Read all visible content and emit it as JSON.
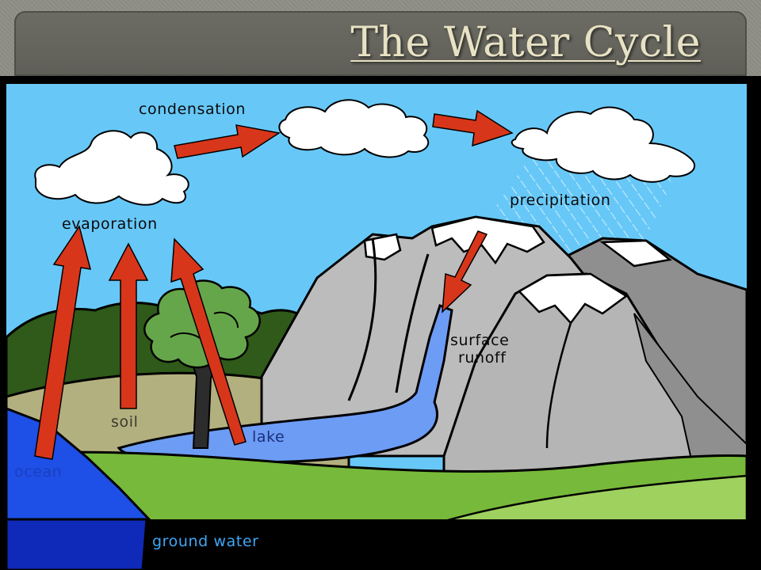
{
  "slide": {
    "title": "The Water Cycle"
  },
  "diagram": {
    "labels": {
      "condensation": "condensation",
      "evaporation": "evaporation",
      "precipitation": "precipitation",
      "surface_runoff_line1": "surface",
      "surface_runoff_line2": "runoff",
      "soil": "soil",
      "lake": "lake",
      "ocean": "ocean",
      "ground_water": "ground water"
    },
    "colors": {
      "sky": "#67c8f8",
      "arrow": "#d8361a",
      "ocean": "#1e4fe6",
      "ground_water": "#0f2ab8",
      "lake": "#6d9cf5",
      "grass": "#77b93a",
      "soil": "#b3b07f",
      "mountain": "#bcbcbc",
      "snow": "#ffffff"
    }
  }
}
